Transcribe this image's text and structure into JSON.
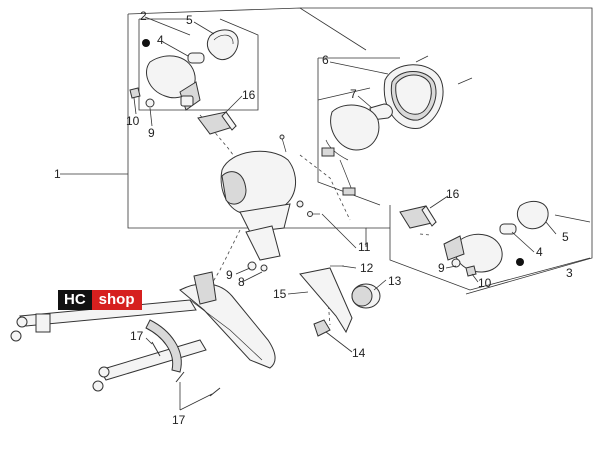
{
  "logo": {
    "part1": "HC",
    "part2": "shop",
    "colors": {
      "part1_bg": "#111111",
      "part2_bg": "#d6201f"
    }
  },
  "callouts": {
    "c1": "1",
    "c2": "2",
    "c3": "3",
    "c4a": "4",
    "c4b": "4",
    "c5a": "5",
    "c5b": "5",
    "c6": "6",
    "c7": "7",
    "c8": "8",
    "c9a": "9",
    "c9b": "9",
    "c9c": "9",
    "c10a": "10",
    "c10b": "10",
    "c11": "11",
    "c12": "12",
    "c13": "13",
    "c14": "14",
    "c15": "15",
    "c16a": "16",
    "c16b": "16",
    "c17a": "17",
    "c17b": "17"
  }
}
